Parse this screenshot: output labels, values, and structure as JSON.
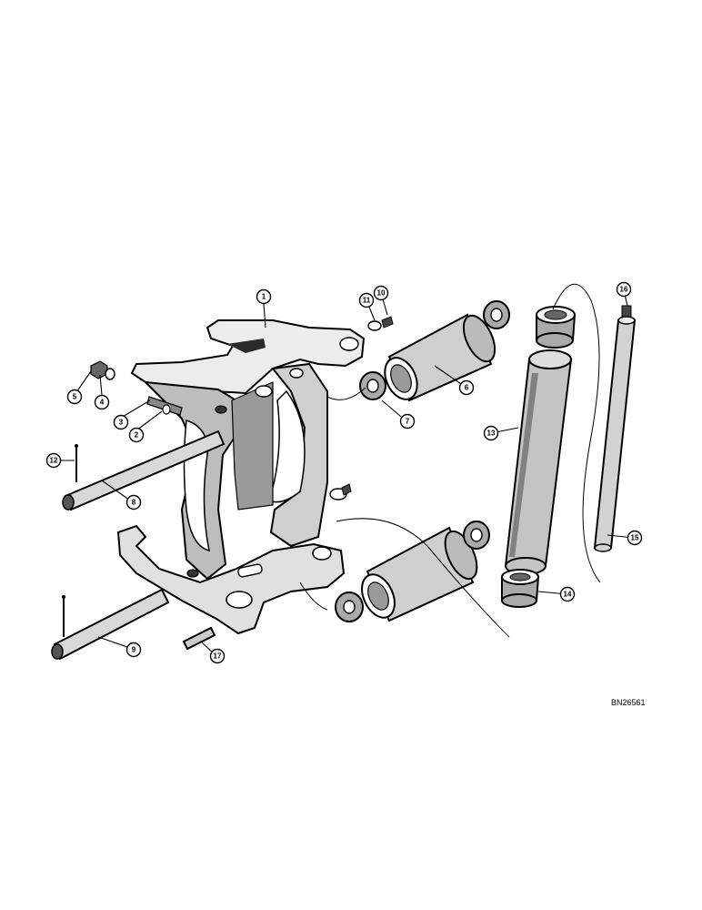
{
  "diagram": {
    "drawing_code": "BN26561",
    "callouts": [
      {
        "id": "c1",
        "label": "1"
      },
      {
        "id": "c2",
        "label": "2"
      },
      {
        "id": "c3",
        "label": "3"
      },
      {
        "id": "c4",
        "label": "4"
      },
      {
        "id": "c5",
        "label": "5"
      },
      {
        "id": "c6",
        "label": "6"
      },
      {
        "id": "c7",
        "label": "7"
      },
      {
        "id": "c8",
        "label": "8"
      },
      {
        "id": "c9",
        "label": "9"
      },
      {
        "id": "c10",
        "label": "10"
      },
      {
        "id": "c11",
        "label": "11"
      },
      {
        "id": "c12",
        "label": "12"
      },
      {
        "id": "c13",
        "label": "13"
      },
      {
        "id": "c14",
        "label": "14"
      },
      {
        "id": "c15",
        "label": "15"
      },
      {
        "id": "c16",
        "label": "16"
      },
      {
        "id": "c17",
        "label": "17"
      }
    ]
  }
}
